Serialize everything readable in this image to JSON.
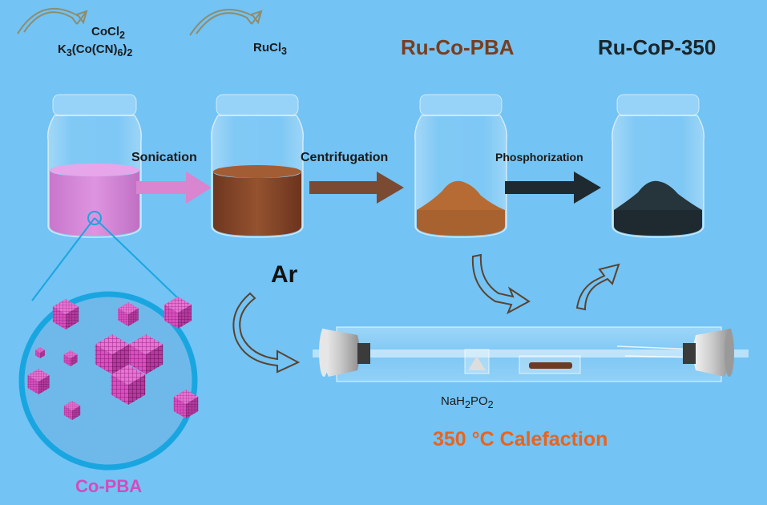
{
  "reagents": {
    "step1_line1": "CoCl",
    "step1_line1_sub": "2",
    "step1_line2_a": "K",
    "step1_line2_sub1": "3",
    "step1_line2_b": "(Co(CN)",
    "step1_line2_sub2": "6",
    "step1_line2_c": ")",
    "step1_line2_sub3": "2",
    "step2": "RuCl",
    "step2_sub": "3"
  },
  "steps": {
    "sonication": "Sonication",
    "centrifugation": "Centrifugation",
    "phosphorization": "Phosphorization"
  },
  "products": {
    "intermediate": "Ru-Co-PBA",
    "final": "Ru-CoP-350"
  },
  "furnace": {
    "gas": "Ar",
    "phosphorus_source_a": "NaH",
    "phosphorus_source_sub1": "2",
    "phosphorus_source_b": "PO",
    "phosphorus_source_sub2": "2",
    "process": "350 °C Calefaction"
  },
  "inset": {
    "label": "Co-PBA"
  },
  "colors": {
    "background": "#73c3f4",
    "pink_solution": "#d68bd8",
    "brown_solution": "#8a4a2c",
    "brown_powder": "#a8622f",
    "black_powder": "#1e2a30",
    "cube": "#d94fbf",
    "ring": "#19a6e0",
    "calefaction_text": "#e8641e",
    "copba_text": "#d44bbd"
  }
}
